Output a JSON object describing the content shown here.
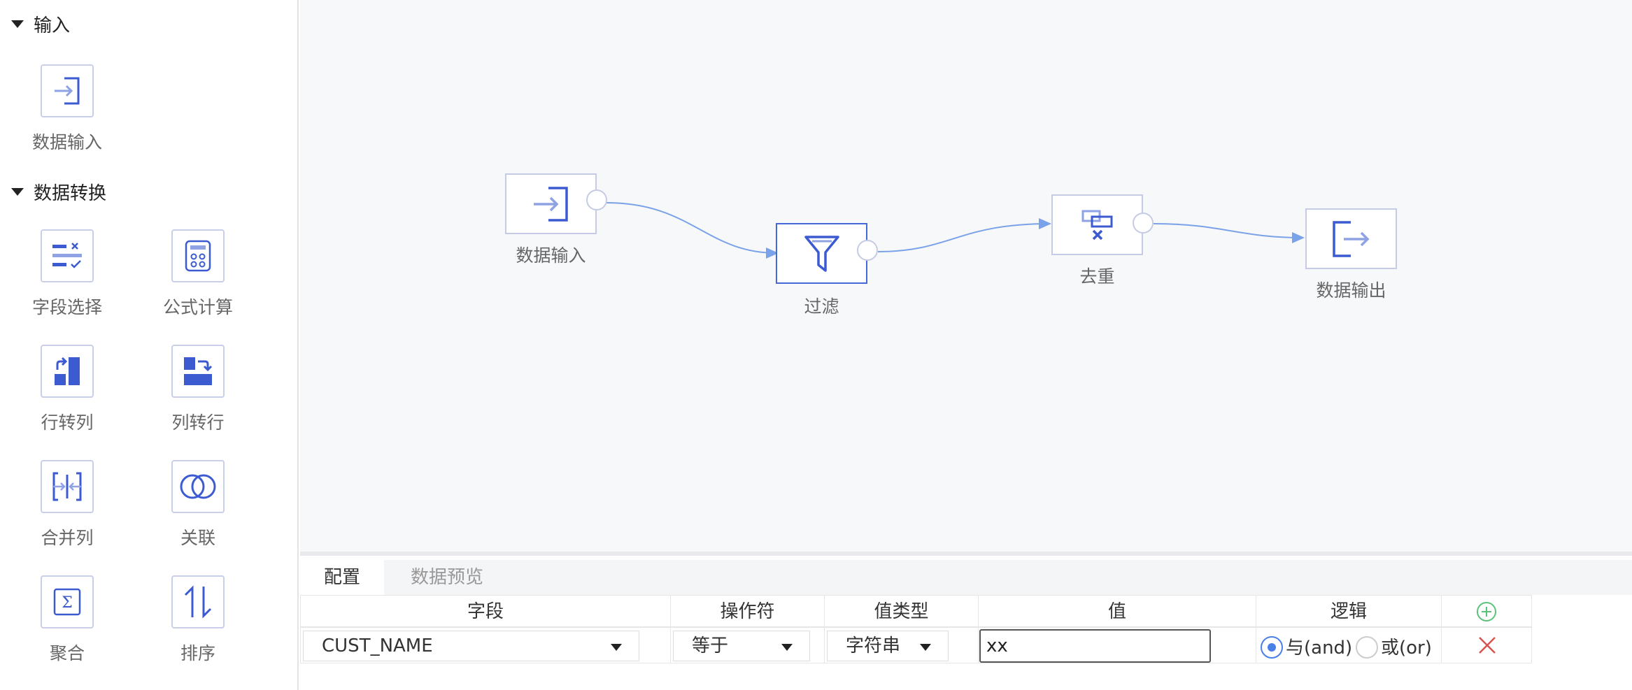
{
  "sidebar": {
    "sections": [
      {
        "title": "输入",
        "items": [
          {
            "label": "数据输入",
            "icon": "login-icon"
          }
        ]
      },
      {
        "title": "数据转换",
        "items": [
          {
            "label": "字段选择",
            "icon": "field-select-icon"
          },
          {
            "label": "公式计算",
            "icon": "calculator-icon"
          },
          {
            "label": "行转列",
            "icon": "row-to-column-icon"
          },
          {
            "label": "列转行",
            "icon": "column-to-row-icon"
          },
          {
            "label": "合并列",
            "icon": "merge-columns-icon"
          },
          {
            "label": "关联",
            "icon": "join-icon"
          },
          {
            "label": "聚合",
            "icon": "sigma-icon"
          },
          {
            "label": "排序",
            "icon": "sort-icon"
          }
        ]
      }
    ]
  },
  "flow": {
    "nodes": [
      {
        "id": "input",
        "label": "数据输入",
        "icon": "login-icon"
      },
      {
        "id": "filter",
        "label": "过滤",
        "icon": "funnel-icon",
        "selected": true
      },
      {
        "id": "dedupe",
        "label": "去重",
        "icon": "dedupe-icon"
      },
      {
        "id": "output",
        "label": "数据输出",
        "icon": "logout-icon"
      }
    ],
    "edges": [
      [
        "input",
        "filter"
      ],
      [
        "filter",
        "dedupe"
      ],
      [
        "dedupe",
        "output"
      ]
    ]
  },
  "panel": {
    "tabs": [
      {
        "label": "配置",
        "active": true
      },
      {
        "label": "数据预览",
        "active": false
      }
    ],
    "columns": {
      "field": "字段",
      "operator": "操作符",
      "value_type": "值类型",
      "value": "值",
      "logic": "逻辑"
    },
    "row": {
      "field": "CUST_NAME",
      "operator": "等于",
      "value_type": "字符串",
      "value": "xx",
      "logic_and": "与(and)",
      "logic_or": "或(or)",
      "logic_selected": "and"
    },
    "add_icon": "plus-circle-icon",
    "delete_icon": "close-icon"
  },
  "colors": {
    "accent": "#4468d8",
    "edge": "#7aa2e8",
    "add": "#5bc27a",
    "delete": "#d9534f"
  }
}
